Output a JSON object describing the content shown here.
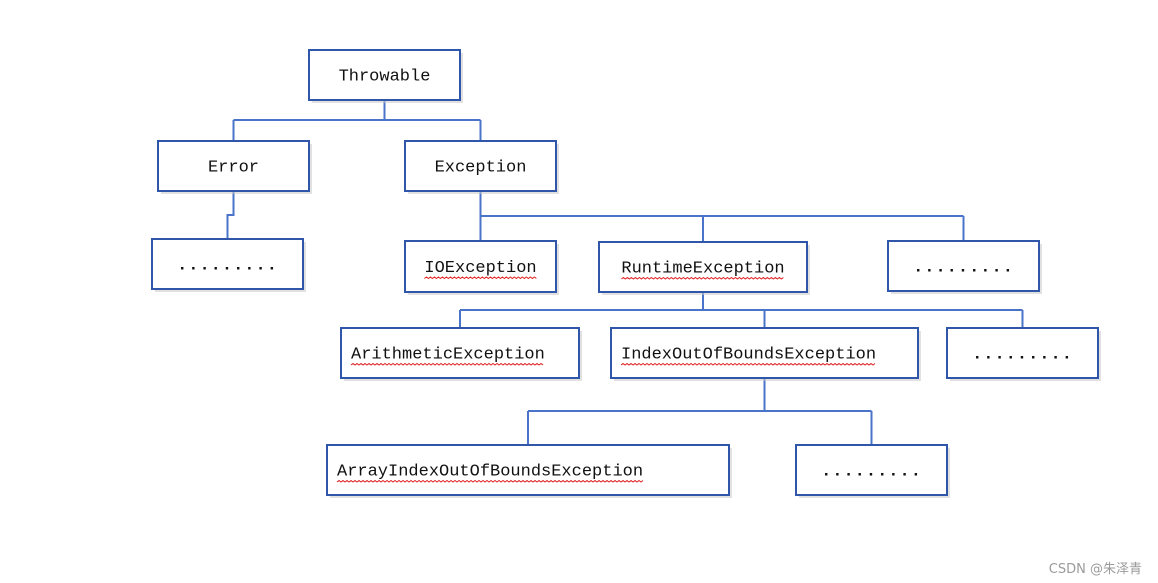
{
  "nodes": [
    {
      "id": "throwable",
      "label": "Throwable",
      "spell": false
    },
    {
      "id": "error",
      "label": "Error",
      "spell": false
    },
    {
      "id": "exception",
      "label": "Exception",
      "spell": false
    },
    {
      "id": "error-more",
      "label": ".........",
      "spell": false
    },
    {
      "id": "ioexception",
      "label": "IOException",
      "spell": true
    },
    {
      "id": "runtimeexception",
      "label": "RuntimeException",
      "spell": true
    },
    {
      "id": "exception-more",
      "label": ".........",
      "spell": false
    },
    {
      "id": "arithmeticexception",
      "label": "ArithmeticException",
      "spell": true
    },
    {
      "id": "indexoutofboundsexception",
      "label": "IndexOutOfBoundsException",
      "spell": true
    },
    {
      "id": "runtime-more",
      "label": ".........",
      "spell": false
    },
    {
      "id": "arrayindexoutofboundsexception",
      "label": "ArrayIndexOutOfBoundsException",
      "spell": true
    },
    {
      "id": "index-more",
      "label": ".........",
      "spell": false
    }
  ],
  "edges": [
    {
      "from": "throwable",
      "to": [
        "error",
        "exception"
      ]
    },
    {
      "from": "error",
      "to": [
        "error-more"
      ]
    },
    {
      "from": "exception",
      "to": [
        "ioexception",
        "runtimeexception",
        "exception-more"
      ]
    },
    {
      "from": "runtimeexception",
      "to": [
        "arithmeticexception",
        "indexoutofboundsexception",
        "runtime-more"
      ]
    },
    {
      "from": "indexoutofboundsexception",
      "to": [
        "arrayindexoutofboundsexception",
        "index-more"
      ]
    }
  ],
  "watermark": "CSDN @朱泽青",
  "colors": {
    "box_stroke": "#2f56a8",
    "connector": "#4a74c9",
    "spellcheck_underline": "#e02020"
  }
}
